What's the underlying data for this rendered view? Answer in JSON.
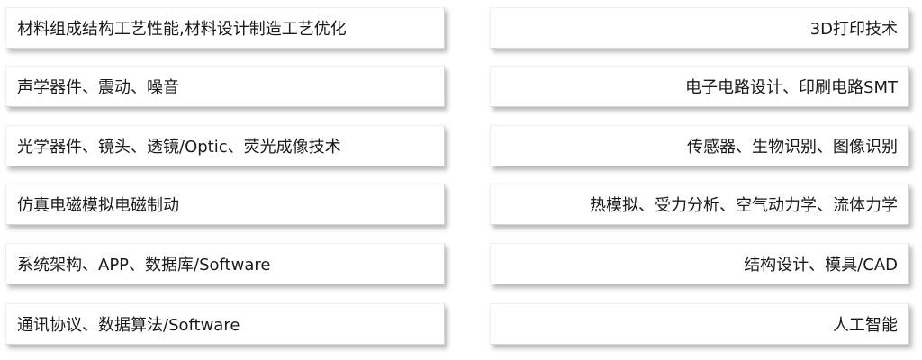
{
  "left_tags": [
    "材料组成结构工艺性能,材料设计制造工艺优化",
    "声学器件、震动、噪音",
    "光学器件、镜头、透镜/Optic、荧光成像技术",
    "仿真电磁模拟电磁制动",
    "系统架构、APP、数据库/Software",
    "通讯协议、数据算法/Software"
  ],
  "right_tags": [
    "3D打印技术",
    "电子电路设计、印刷电路SMT",
    "传感器、生物识别、图像识别",
    "热模拟、受力分析、空气动力学、流体力学",
    "结构设计、模具/CAD",
    "人工智能"
  ]
}
